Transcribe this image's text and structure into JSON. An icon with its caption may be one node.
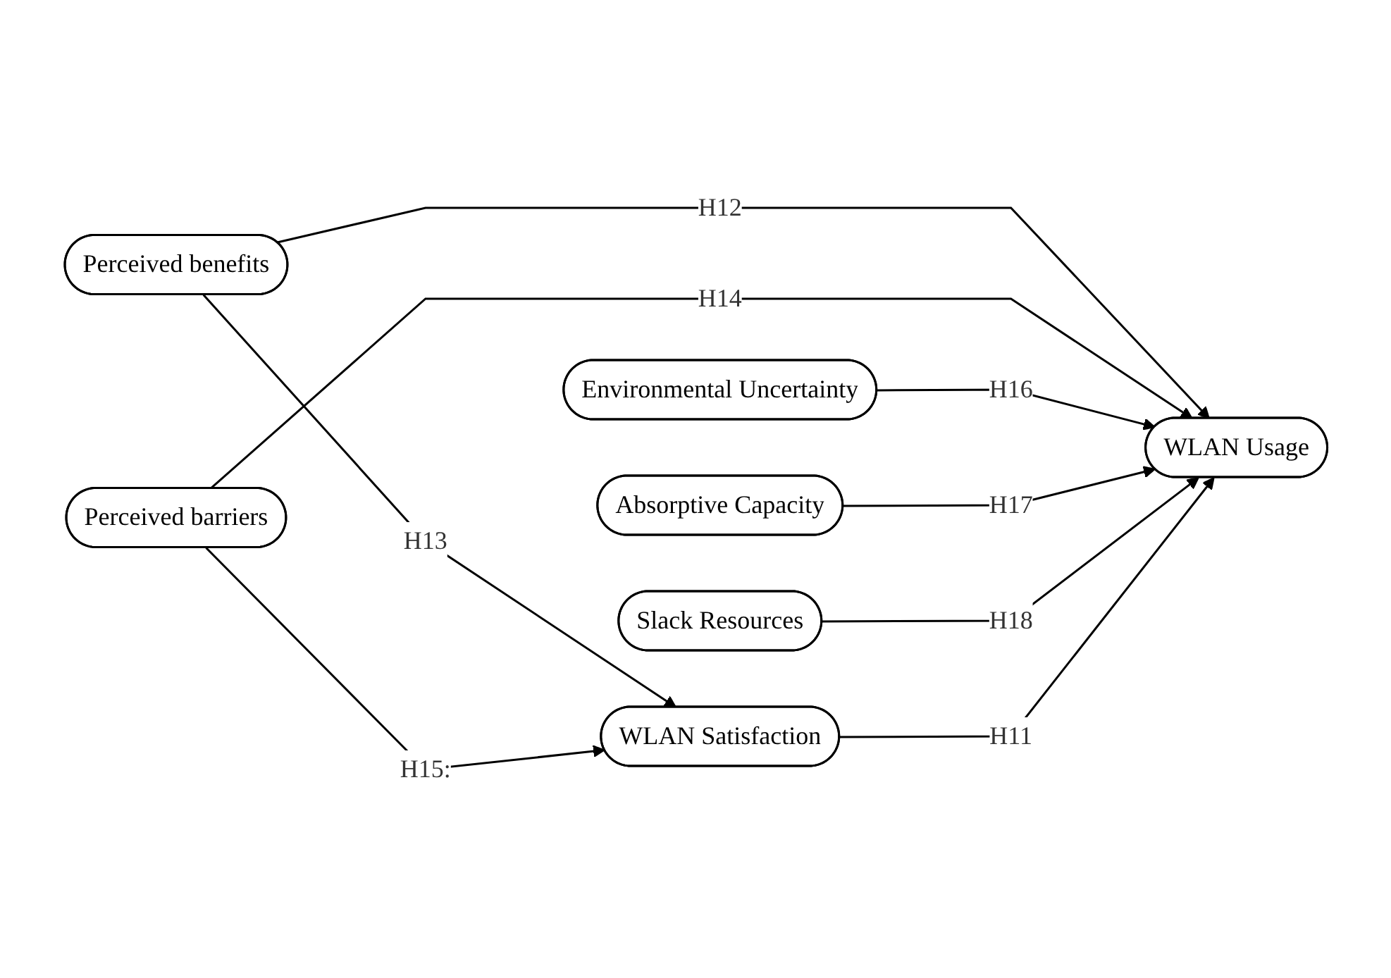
{
  "diagram": {
    "nodes": [
      {
        "text": [
          "Perceived benefits"
        ]
      },
      {
        "text": [
          "Perceived barriers"
        ]
      },
      {
        "text": [
          "Environmental Uncertainty"
        ]
      },
      {
        "text": [
          "Absorptive Capacity"
        ]
      },
      {
        "text": [
          "Slack Resources"
        ]
      },
      {
        "text": [
          "WLAN Usage"
        ]
      },
      {
        "text": [
          "WLAN Satisfaction"
        ]
      }
    ],
    "edges": [
      {
        "from": 0,
        "to": 5,
        "arrow": "to",
        "label": "H12"
      },
      {
        "from": 0,
        "to": 6,
        "arrow": "to",
        "label": "H13"
      },
      {
        "from": 1,
        "to": 5,
        "arrow": "to",
        "label": "H14"
      },
      {
        "from": 1,
        "to": 6,
        "arrow": "to",
        "label": "H15:"
      },
      {
        "from": 2,
        "to": 5,
        "arrow": "to",
        "label": "H16"
      },
      {
        "from": 3,
        "to": 5,
        "arrow": "to",
        "label": "H17"
      },
      {
        "from": 4,
        "to": 5,
        "arrow": "to",
        "label": "H18"
      },
      {
        "from": 6,
        "to": 5,
        "arrow": "to",
        "label": "H11"
      }
    ]
  }
}
